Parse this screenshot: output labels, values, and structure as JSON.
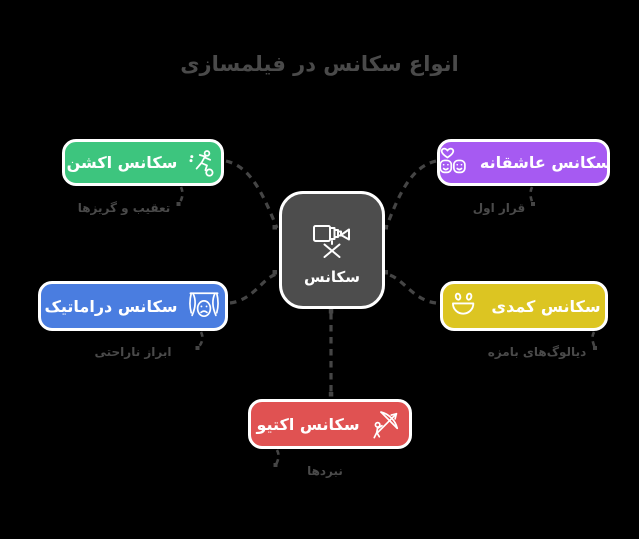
{
  "title": "انواع سکانس در فیلمسازی",
  "center": {
    "label": "سکانس",
    "icon": "movie-camera-icon",
    "color": "#4d4d4d"
  },
  "nodes": [
    {
      "id": "action",
      "label": "سکانس اکشن",
      "caption": "تعقیب و گریزها",
      "icon": "action-figure-icon",
      "color": "#3dc57e"
    },
    {
      "id": "romance",
      "label": "سکانس عاشقانه",
      "caption": "قرار اول",
      "icon": "heart-masks-icon",
      "color": "#a65af2"
    },
    {
      "id": "drama",
      "label": "سکانس دراماتیک",
      "caption": "ابراز ناراحتی",
      "icon": "sad-mask-curtain-icon",
      "color": "#4a7de0"
    },
    {
      "id": "comedy",
      "label": "سکانس کمدی",
      "caption": "دیالوگ‌های بامزه",
      "icon": "laughing-face-icon",
      "color": "#dcc522"
    },
    {
      "id": "active",
      "label": "سکانس اکتیو",
      "caption": "نبردها",
      "icon": "archer-icon",
      "color": "#e05252"
    }
  ],
  "colors": {
    "action": "#3dc57e",
    "romance": "#a65af2",
    "drama": "#4a7de0",
    "comedy": "#dcc522",
    "active": "#e05252",
    "center": "#4d4d4d",
    "connector": "#454545",
    "caption_text": "#4a4a4a",
    "background": "#000000"
  }
}
